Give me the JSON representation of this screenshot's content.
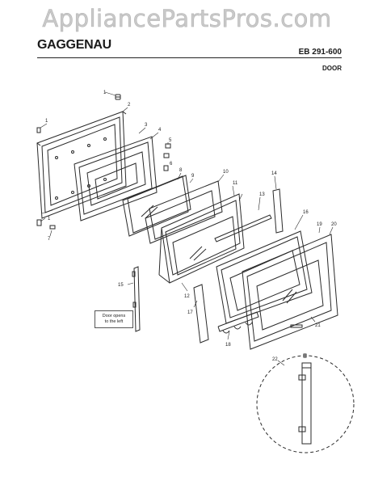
{
  "watermark": "AppliancePartsPros.com",
  "brand": "GAGGENAU",
  "model": "EB 291-600",
  "section": "DOOR",
  "note": {
    "line1": "Door opens",
    "line2": "to the left"
  },
  "callouts": [
    "1",
    "2",
    "3",
    "4",
    "5",
    "6",
    "7",
    "8",
    "9",
    "10",
    "11",
    "12",
    "13",
    "14",
    "15",
    "16",
    "17",
    "18",
    "19",
    "20",
    "21",
    "22"
  ],
  "colors": {
    "line": "#2a2a2a",
    "watermark": "#c9c9c9"
  }
}
